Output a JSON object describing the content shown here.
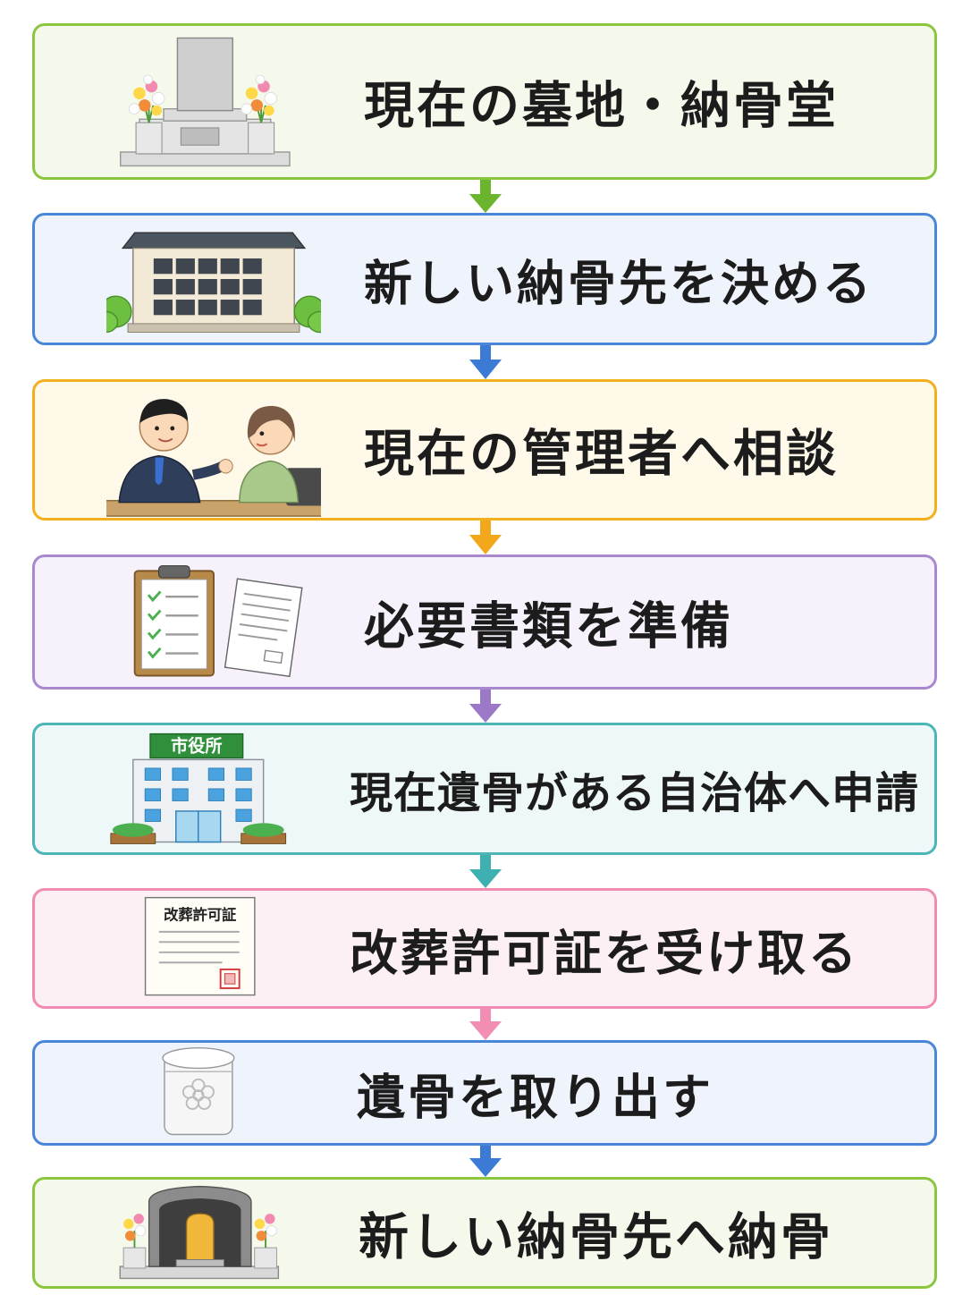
{
  "steps": [
    {
      "label": "現在の墓地・納骨堂",
      "icon": "gravestone-icon",
      "border": "#8cc63f",
      "bg": "#f4f9ec"
    },
    {
      "label": "新しい納骨先を決める",
      "icon": "columbarium-building-icon",
      "border": "#4a86d8",
      "bg": "#eef3fc"
    },
    {
      "label": "現在の管理者へ相談",
      "icon": "consultation-people-icon",
      "border": "#f2b01e",
      "bg": "#fff9ea"
    },
    {
      "label": "必要書類を準備",
      "icon": "documents-checklist-icon",
      "border": "#a889cf",
      "bg": "#f6f1fb"
    },
    {
      "label": "現在遺骨がある自治体へ申請",
      "icon": "city-hall-icon",
      "sign": "市役所",
      "border": "#4cb6b6",
      "bg": "#eef8f8"
    },
    {
      "label": "改葬許可証を受け取る",
      "icon": "reburial-permit-icon",
      "doc_title": "改葬許可証",
      "border": "#f08cb2",
      "bg": "#fdf0f5"
    },
    {
      "label": "遺骨を取り出す",
      "icon": "urn-icon",
      "border": "#4a86d8",
      "bg": "#eef3fc"
    },
    {
      "label": "新しい納骨先へ納骨",
      "icon": "mausoleum-icon",
      "border": "#8cc63f",
      "bg": "#f4f9ec"
    }
  ],
  "arrows": [
    {
      "color": "#6bb52e"
    },
    {
      "color": "#3b7bd6"
    },
    {
      "color": "#f2a81a"
    },
    {
      "color": "#9b79c6"
    },
    {
      "color": "#3fb0b0"
    },
    {
      "color": "#f28db3"
    },
    {
      "color": "#3b7bd6"
    }
  ]
}
